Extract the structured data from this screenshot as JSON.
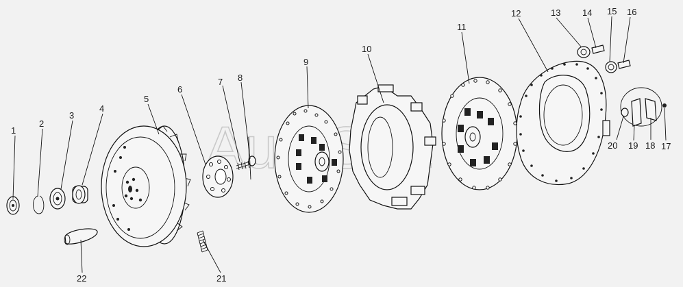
{
  "watermark": "AutoSoft",
  "callouts": [
    {
      "label": "1"
    },
    {
      "label": "2"
    },
    {
      "label": "3"
    },
    {
      "label": "4"
    },
    {
      "label": "5"
    },
    {
      "label": "6"
    },
    {
      "label": "7"
    },
    {
      "label": "8"
    },
    {
      "label": "9"
    },
    {
      "label": "10"
    },
    {
      "label": "11"
    },
    {
      "label": "12"
    },
    {
      "label": "13"
    },
    {
      "label": "14"
    },
    {
      "label": "15"
    },
    {
      "label": "16"
    },
    {
      "label": "17"
    },
    {
      "label": "18"
    },
    {
      "label": "19"
    },
    {
      "label": "20"
    },
    {
      "label": "21"
    },
    {
      "label": "22"
    }
  ]
}
